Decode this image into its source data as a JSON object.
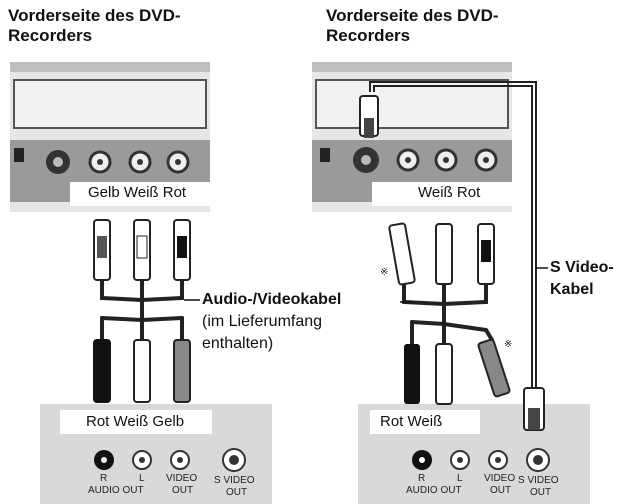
{
  "left_panel": {
    "title_line1": "Vorderseite des DVD-",
    "title_line2": "Recorders",
    "jack_colors": "Gelb Weiß Rot",
    "tv_colors": "Rot Weiß Gelb",
    "tv_labels": {
      "r": "R",
      "audio_out": "AUDIO OUT",
      "l": "L",
      "video": "VIDEO",
      "video_out": "OUT",
      "svideo": "S VIDEO",
      "svideo_out": "OUT"
    }
  },
  "right_panel": {
    "title_line1": "Vorderseite des DVD-",
    "title_line2": "Recorders",
    "jack_colors": "Weiß Rot",
    "tv_colors": "Rot Weiß",
    "tv_labels": {
      "r": "R",
      "audio_out": "AUDIO OUT",
      "l": "L",
      "video": "VIDEO",
      "video_out": "OUT",
      "svideo": "S VIDEO",
      "svideo_out": "OUT"
    },
    "unused_marker": "※"
  },
  "callouts": {
    "av_cable_title": "Audio-/Videokabel",
    "av_cable_note_1": "(im Lieferumfang",
    "av_cable_note_2": "enthalten)",
    "svideo_cable_1": "S Video-",
    "svideo_cable_2": "Kabel"
  },
  "colors": {
    "panel_gray": "#d9d9d9",
    "device_gray": "#c7c7c7",
    "dark": "#111111"
  }
}
